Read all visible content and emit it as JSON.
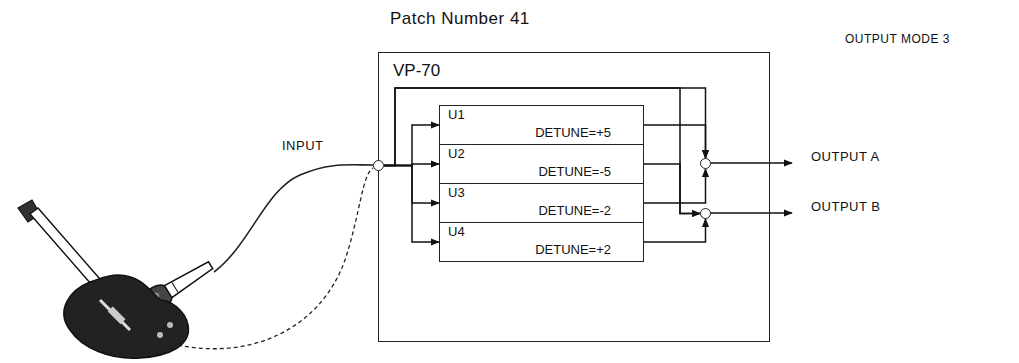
{
  "diagram": {
    "title": "Patch Number 41",
    "nodes": [
      {
        "text": [
          "VP-70"
        ]
      },
      {
        "text": [
          "U1",
          "DETUNE=+5"
        ],
        "in": 0
      },
      {
        "text": [
          "U2",
          "DETUNE=-5"
        ],
        "in": 0
      },
      {
        "text": [
          "U3",
          "DETUNE=-2"
        ],
        "in": 0
      },
      {
        "text": [
          "U4",
          "DETUNE=+2"
        ],
        "in": 0
      },
      {
        "text": [
          "INPUT"
        ]
      },
      {
        "text": [
          "OUTPUT A"
        ]
      },
      {
        "text": [
          "OUTPUT B"
        ]
      }
    ],
    "edges": [
      {
        "from": 5,
        "to": 1,
        "arrow": "to"
      },
      {
        "from": 5,
        "to": 2,
        "arrow": "to"
      },
      {
        "from": 5,
        "to": 3,
        "arrow": "to"
      },
      {
        "from": 5,
        "to": 4,
        "arrow": "to"
      },
      {
        "from": 5,
        "to": 6,
        "arrow": "to"
      },
      {
        "from": 5,
        "to": 7,
        "arrow": "to"
      },
      {
        "from": 1,
        "to": 6,
        "arrow": "to"
      },
      {
        "from": 2,
        "to": 7,
        "arrow": "to"
      },
      {
        "from": 3,
        "to": 6,
        "arrow": "to"
      },
      {
        "from": 4,
        "to": 7,
        "arrow": "to"
      }
    ],
    "labels": [
      "OUTPUT MODE 3"
    ]
  }
}
